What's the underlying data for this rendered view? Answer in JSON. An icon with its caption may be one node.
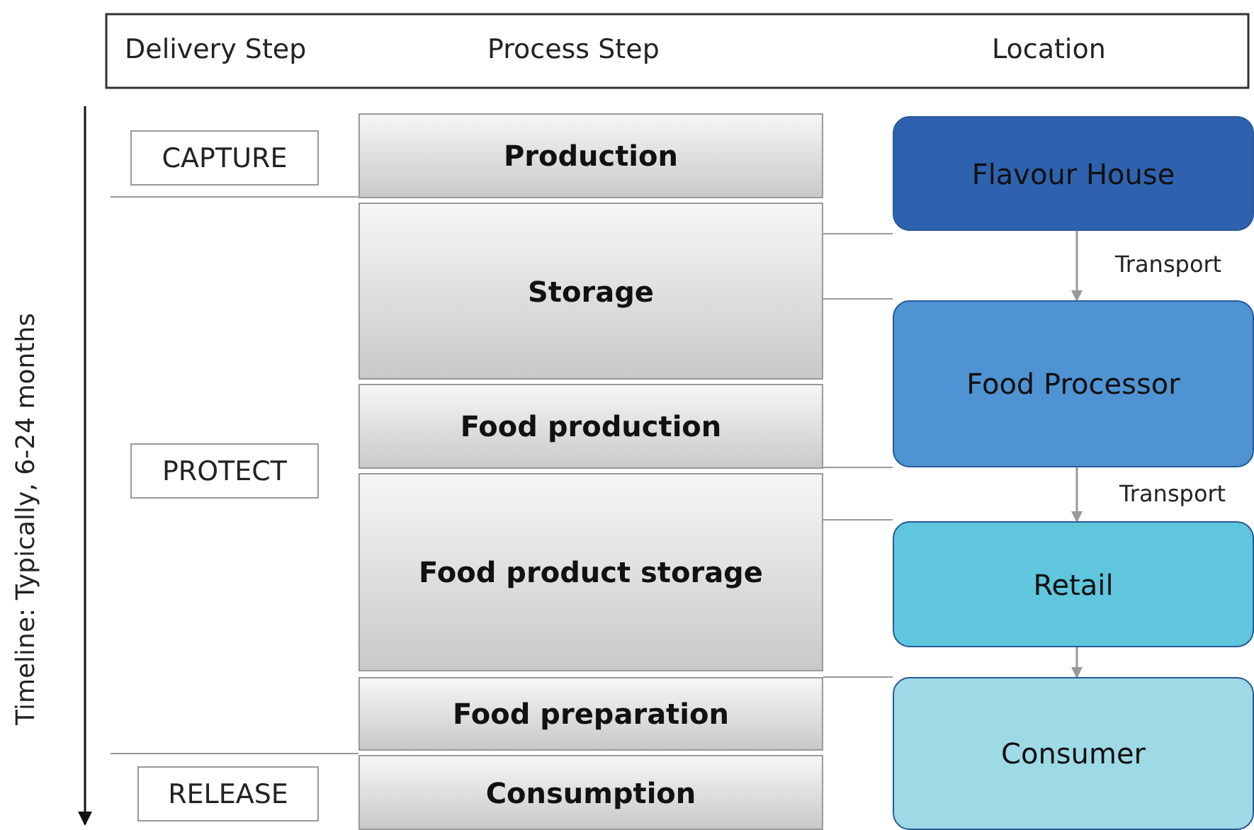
{
  "diagram": {
    "nodes": [
      {
        "text": [
          "CAPTURE"
        ]
      },
      {
        "text": [
          "PROTECT"
        ]
      },
      {
        "text": [
          "RELEASE"
        ]
      },
      {
        "text": [
          "Production"
        ]
      },
      {
        "text": [
          "Storage"
        ]
      },
      {
        "text": [
          "Food production"
        ]
      },
      {
        "text": [
          "Food product storage"
        ]
      },
      {
        "text": [
          "Food preparation"
        ]
      },
      {
        "text": [
          "Consumption"
        ]
      },
      {
        "text": [
          "Flavour House"
        ]
      },
      {
        "text": [
          "Food Processor"
        ]
      },
      {
        "text": [
          "Retail"
        ]
      },
      {
        "text": [
          "Consumer"
        ]
      }
    ],
    "edges": [
      {
        "from": 9,
        "to": 10,
        "arrow": "to",
        "label": "Transport"
      },
      {
        "from": 10,
        "to": 11,
        "arrow": "to",
        "label": "Transport"
      },
      {
        "from": 11,
        "to": 12,
        "arrow": "to"
      }
    ],
    "labels": [
      "Delivery Step",
      "Process Step",
      "Location",
      "Timeline: Typically, 6-24 months"
    ]
  }
}
